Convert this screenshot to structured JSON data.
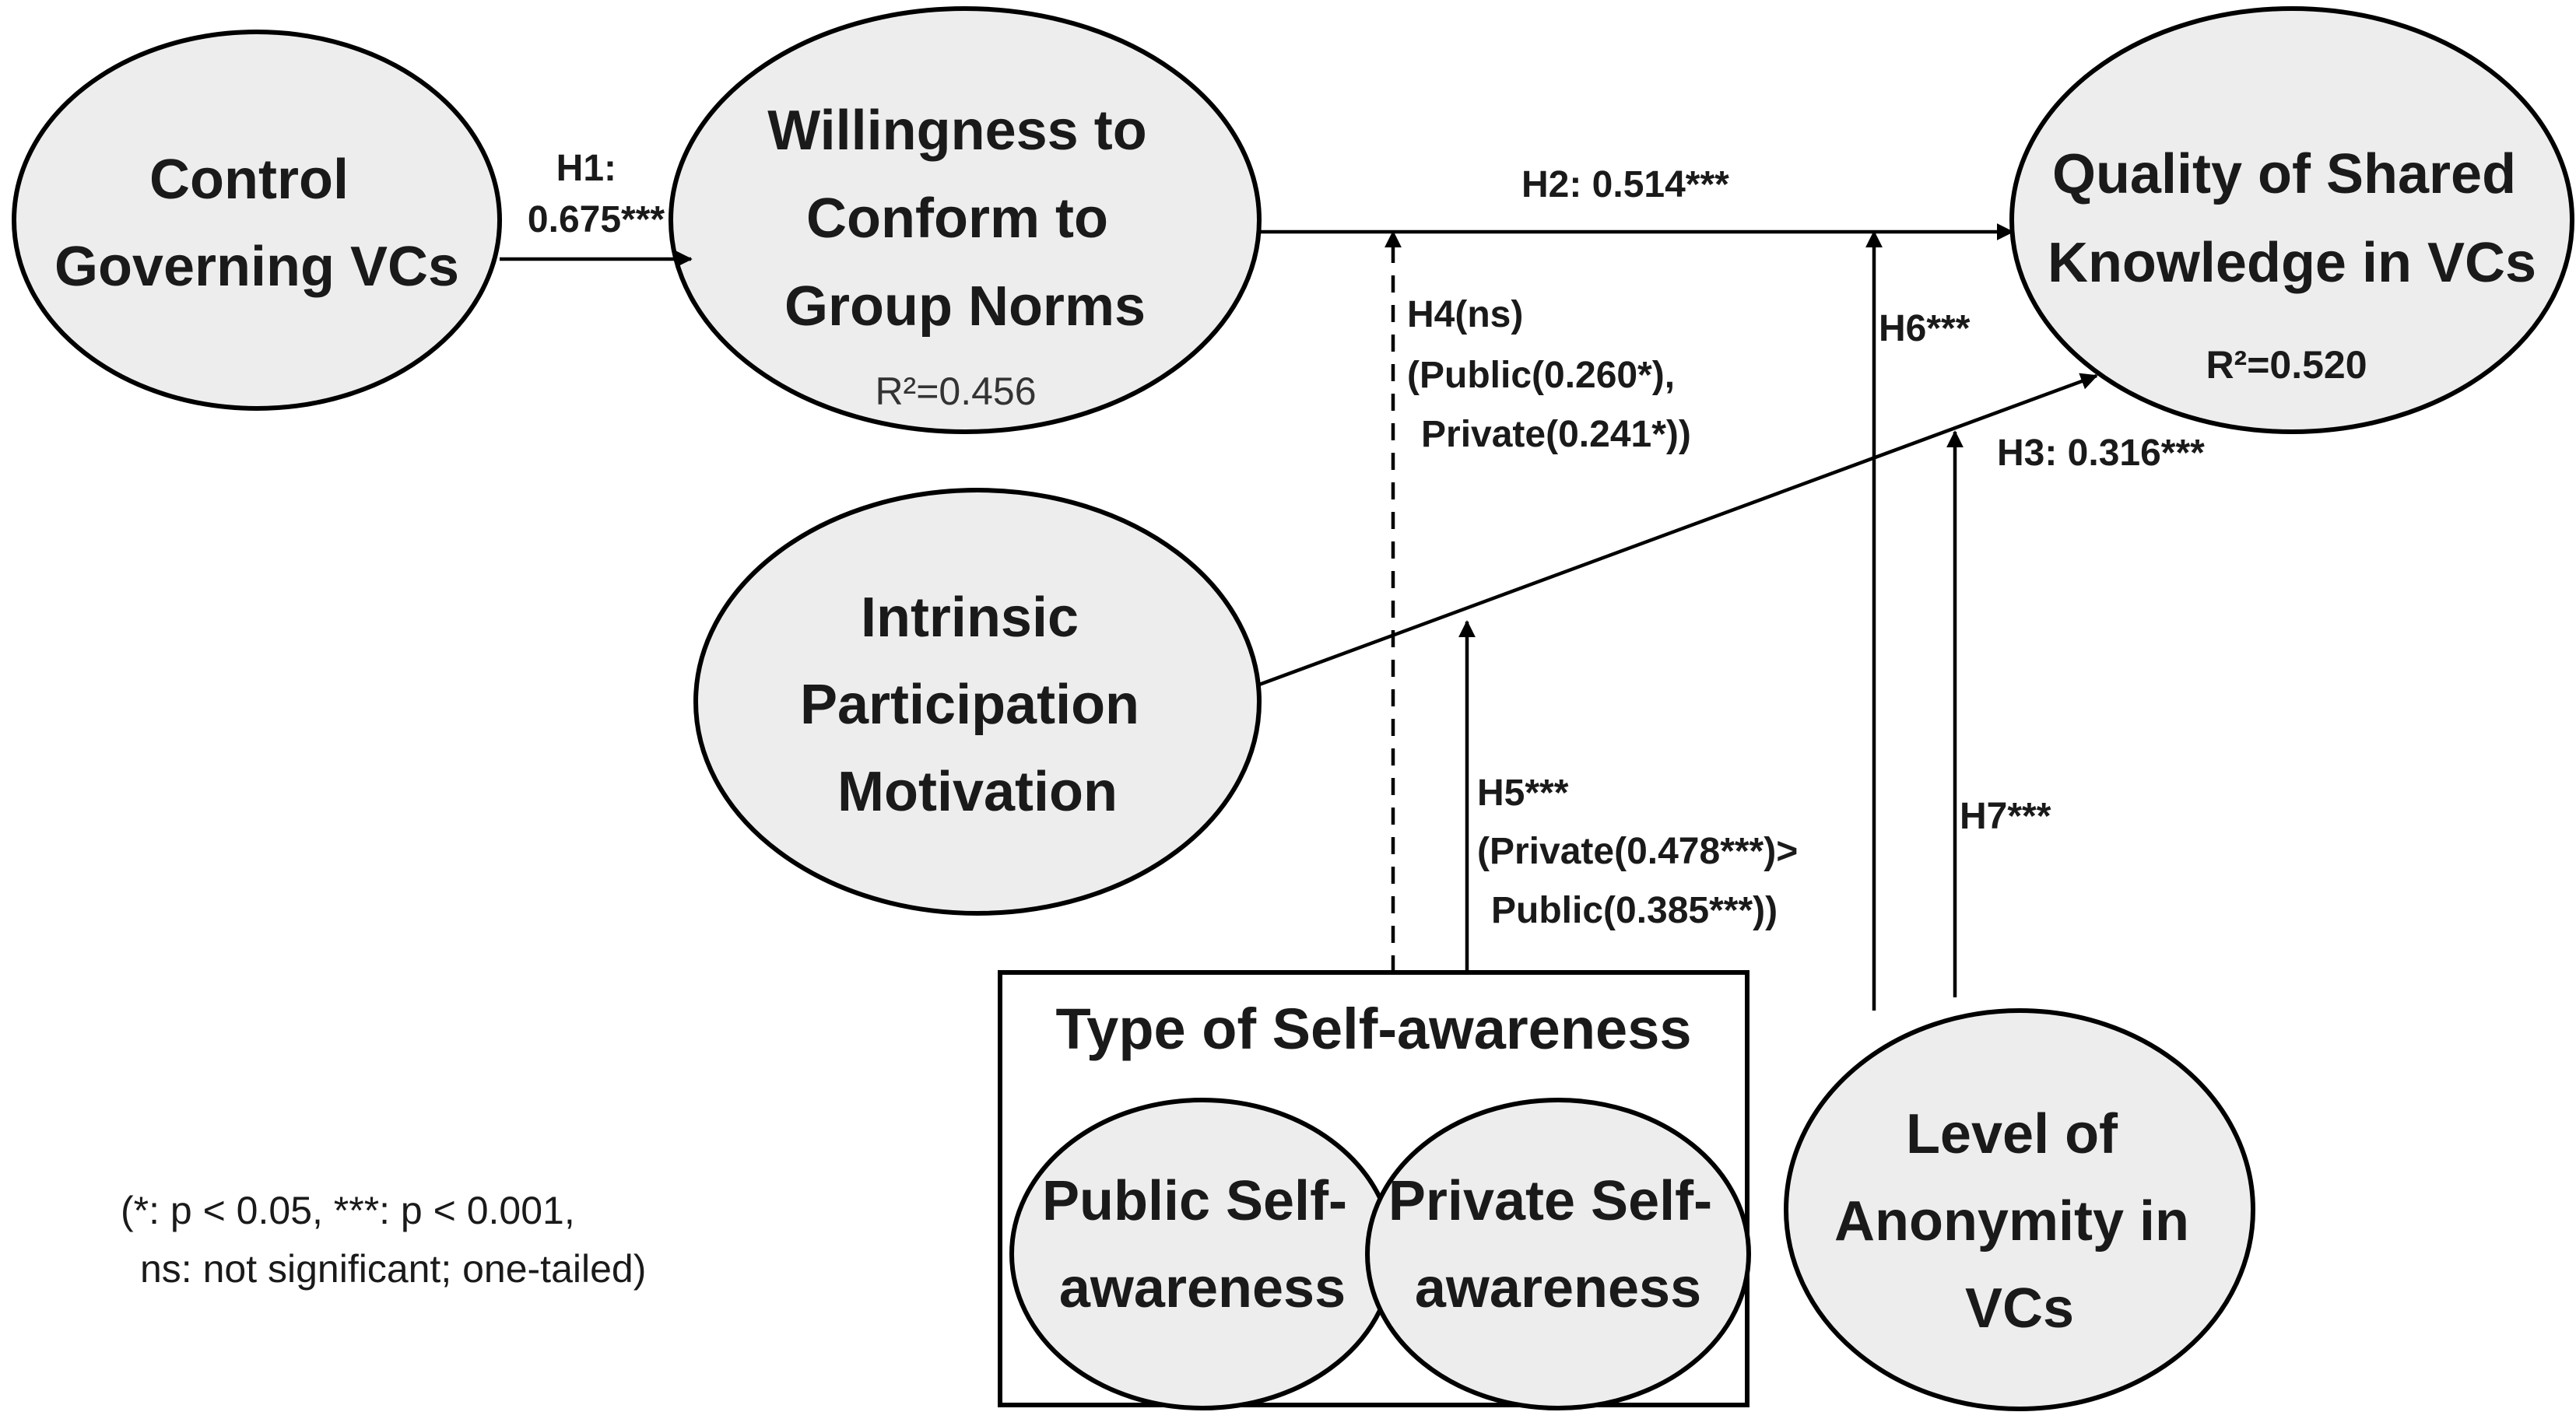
{
  "nodes": {
    "control": {
      "lines": [
        "Control",
        "Governing VCs"
      ]
    },
    "willingness": {
      "lines": [
        "Willingness to",
        "Conform to",
        "Group Norms"
      ],
      "r2": "R²=0.456"
    },
    "quality": {
      "lines": [
        "Quality of Shared",
        "Knowledge in VCs"
      ],
      "r2": "R²=0.520"
    },
    "intrinsic": {
      "lines": [
        "Intrinsic",
        "Participation",
        "Motivation"
      ]
    },
    "public": {
      "lines": [
        "Public Self-",
        "awareness"
      ]
    },
    "private": {
      "lines": [
        "Private Self-",
        "awareness"
      ]
    },
    "anonymity": {
      "lines": [
        "Level of",
        "Anonymity in",
        "VCs"
      ]
    }
  },
  "self_awareness_box": {
    "title": "Type of Self-awareness"
  },
  "paths": {
    "h1": {
      "lines": [
        "H1:",
        "0.675***"
      ]
    },
    "h2": {
      "lines": [
        "H2: 0.514***"
      ]
    },
    "h3": {
      "lines": [
        "H3: 0.316***"
      ]
    },
    "h4": {
      "lines": [
        "H4(ns)",
        "(Public(0.260*),",
        "Private(0.241*))"
      ]
    },
    "h5": {
      "lines": [
        "H5***",
        "(Private(0.478***)>",
        "Public(0.385***))"
      ]
    },
    "h6": {
      "lines": [
        "H6***"
      ]
    },
    "h7": {
      "lines": [
        "H7***"
      ]
    }
  },
  "note": {
    "lines": [
      "(*: p < 0.05, ***: p < 0.001,",
      "ns: not significant; one-tailed)"
    ]
  }
}
